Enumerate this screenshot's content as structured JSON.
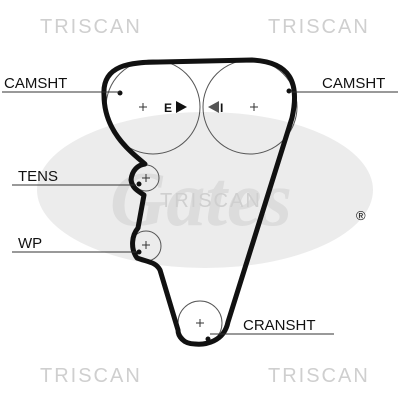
{
  "watermark": {
    "brand": "TRISCAN",
    "logo": "Gates",
    "registered": "®"
  },
  "labels": {
    "camshaft_left": "CAMSHT",
    "camshaft_right": "CAMSHT",
    "tensioner": "TENS",
    "water_pump": "WP",
    "crankshaft": "CRANSHT"
  },
  "timing_marks": {
    "left": "E",
    "right": "I"
  },
  "colors": {
    "belt": "#111111",
    "pulley": "#555555",
    "watermark": "#cfcfcf"
  }
}
